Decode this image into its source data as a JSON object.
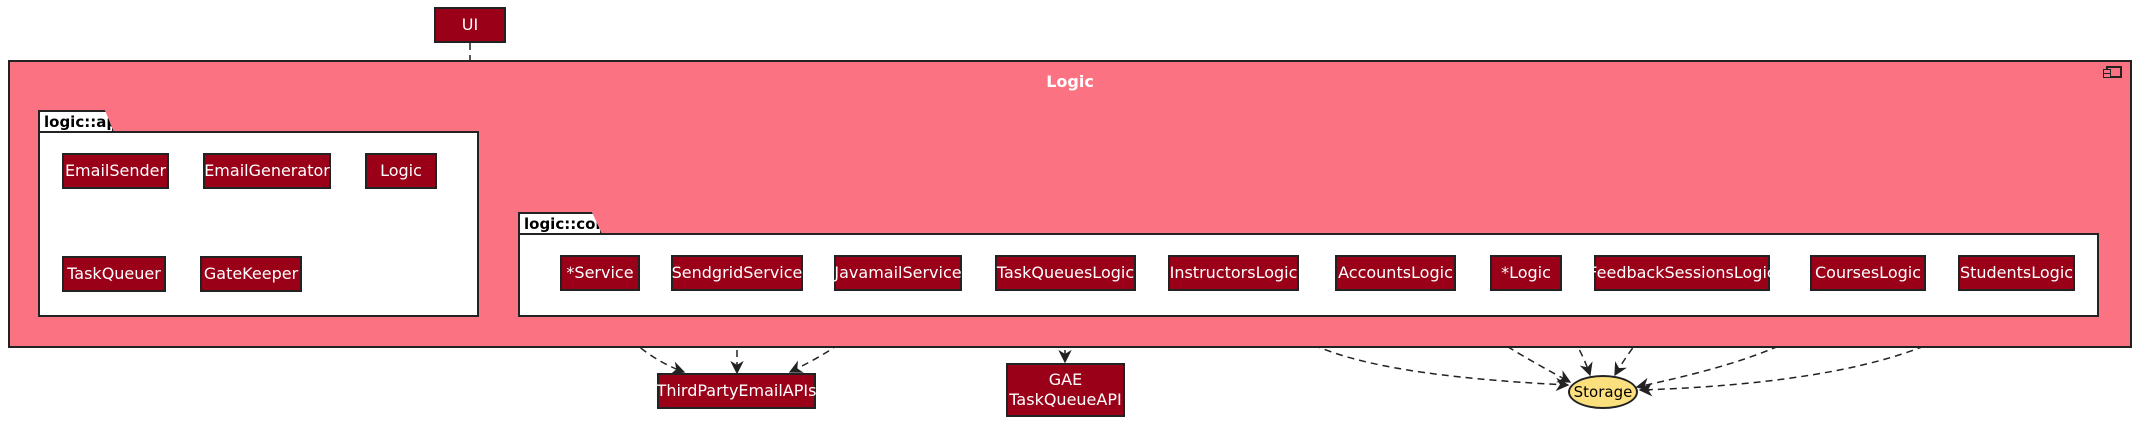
{
  "component": {
    "title": "Logic"
  },
  "ui": {
    "label": "UI"
  },
  "packages": {
    "api": {
      "label": "logic::api",
      "classes": [
        "EmailSender",
        "EmailGenerator",
        "Logic",
        "TaskQueuer",
        "GateKeeper"
      ]
    },
    "core": {
      "label": "logic::core",
      "classes": [
        "*Service",
        "SendgridService",
        "JavamailService",
        "TaskQueuesLogic",
        "InstructorsLogic",
        "AccountsLogic",
        "*Logic",
        "FeedbackSessionsLogic",
        "CoursesLogic",
        "StudentsLogic"
      ]
    }
  },
  "external": {
    "third_party": "ThirdPartyEmailAPIs",
    "gae_line1": "GAE",
    "gae_line2": "TaskQueueAPI",
    "storage": "Storage"
  },
  "colors": {
    "class_fill": "#9a0018",
    "component_fill": "#fb7382",
    "storage_fill": "#fde07e",
    "stroke": "#222222"
  }
}
